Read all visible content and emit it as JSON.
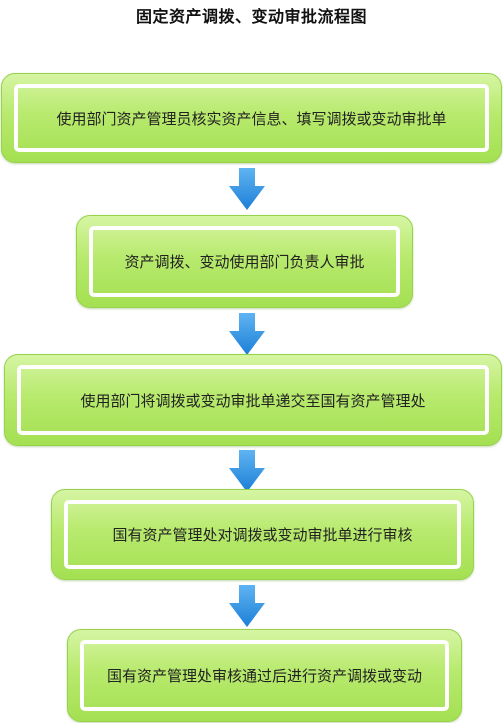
{
  "title": "固定资产调拨、变动审批流程图",
  "steps": [
    "使用部门资产管理员核实资产信息、填写调拨或变动审批单",
    "资产调拨、变动使用部门负责人审批",
    "使用部门将调拨或变动审批单递交至国有资产管理处",
    "国有资产管理处对调拨或变动审批单进行审核",
    "国有资产管理处审核通过后进行资产调拨或变动"
  ],
  "colors": {
    "box_fill": "#b8ea6e",
    "box_border": "#96d24a",
    "inner_border": "#ffffff",
    "arrow": "#2e8fe0"
  },
  "icons": {
    "connector": "arrow-down-icon"
  }
}
